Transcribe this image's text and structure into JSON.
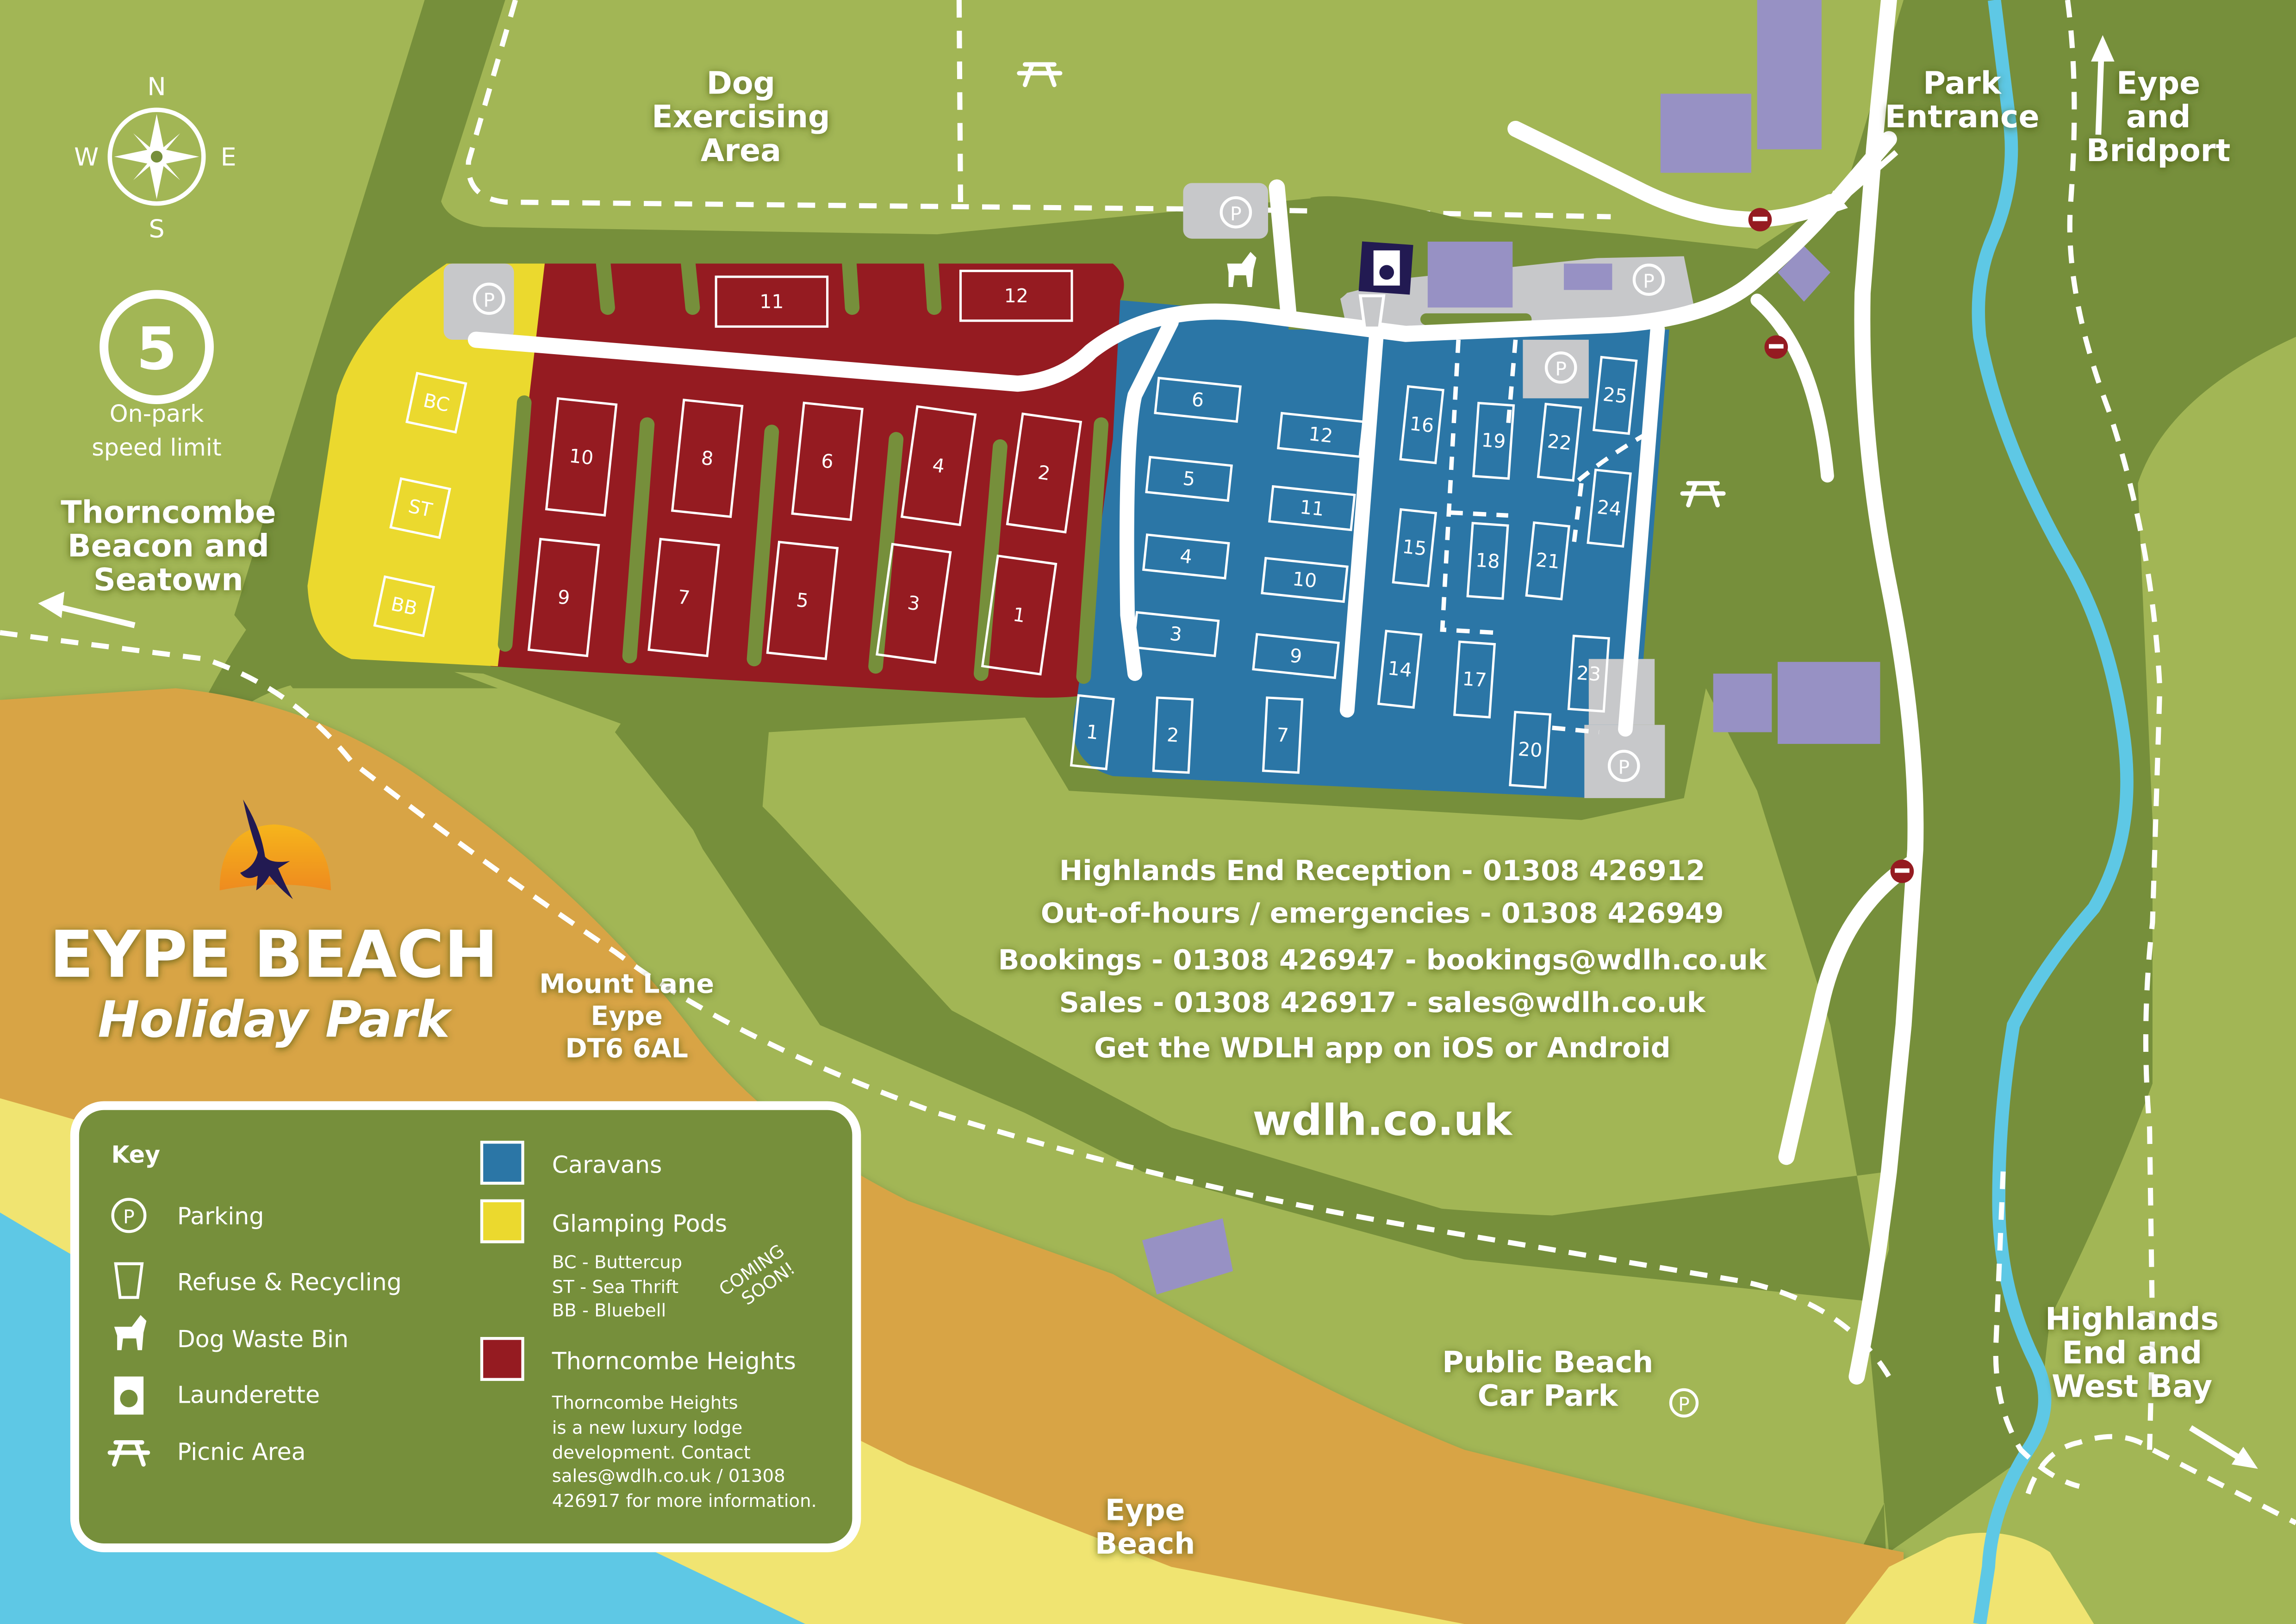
{
  "colors": {
    "grass_light": "#a2b655",
    "grass_dark": "#768f3b",
    "caravans": "#2b76a6",
    "glamping_pods": "#ebd92e",
    "thorncombe_heights": "#951b21",
    "buildings": "#9791c4",
    "parking_area": "#c7c8ca",
    "cliff_sand": "#d8a444",
    "beach": "#f0e471",
    "sea": "#5ec8e5",
    "river": "#5ec8e5",
    "no_entry": "#951b21",
    "launderette": "#221a52"
  },
  "compass": {
    "n": "N",
    "e": "E",
    "s": "S",
    "w": "W"
  },
  "speed_limit": {
    "value": "5",
    "line1": "On-park",
    "line2": "speed limit"
  },
  "labels": {
    "dog_exercising": [
      "Dog",
      "Exercising",
      "Area"
    ],
    "park_entrance": [
      "Park",
      "Entrance"
    ],
    "eype_bridport": [
      "Eype",
      "and",
      "Bridport"
    ],
    "thorncombe_beacon": [
      "Thorncombe",
      "Beacon and",
      "Seatown"
    ],
    "highlands_west_bay": [
      "Highlands",
      "End and",
      "West Bay"
    ],
    "public_beach_car_park": [
      "Public Beach",
      "Car Park"
    ],
    "eype_beach": [
      "Eype",
      "Beach"
    ],
    "address": [
      "Mount Lane",
      "Eype",
      "DT6 6AL"
    ]
  },
  "logo": {
    "title": "EYPE BEACH",
    "subtitle": "Holiday Park"
  },
  "contact": {
    "reception": "Highlands End Reception - 01308 426912",
    "emergencies": "Out-of-hours / emergencies - 01308 426949",
    "bookings": "Bookings - 01308 426947 - bookings@wdlh.co.uk",
    "sales": "Sales - 01308 426917 - sales@wdlh.co.uk",
    "app": "Get the WDLH app on iOS or Android",
    "website": "wdlh.co.uk"
  },
  "glamping_pods": [
    {
      "code": "BC",
      "name": "Buttercup"
    },
    {
      "code": "ST",
      "name": "Sea Thrift"
    },
    {
      "code": "BB",
      "name": "Bluebell"
    }
  ],
  "thorncombe_plots": [
    "1",
    "2",
    "3",
    "4",
    "5",
    "6",
    "7",
    "8",
    "9",
    "10",
    "11",
    "12"
  ],
  "caravan_plots": [
    "1",
    "2",
    "3",
    "4",
    "5",
    "6",
    "7",
    "9",
    "10",
    "11",
    "12",
    "14",
    "15",
    "16",
    "17",
    "18",
    "19",
    "20",
    "21",
    "22",
    "23",
    "24",
    "25"
  ],
  "parking_symbol": "P",
  "key": {
    "title": "Key",
    "symbols": [
      {
        "icon": "parking-icon",
        "label": "Parking"
      },
      {
        "icon": "recycling-bin-icon",
        "label": "Refuse & Recycling"
      },
      {
        "icon": "dog-icon",
        "label": "Dog Waste Bin"
      },
      {
        "icon": "washing-machine-icon",
        "label": "Launderette"
      },
      {
        "icon": "picnic-table-icon",
        "label": "Picnic Area"
      }
    ],
    "areas": [
      {
        "label": "Caravans",
        "color": "#2b76a6"
      },
      {
        "label": "Glamping Pods",
        "color": "#ebd92e"
      },
      {
        "label": "Thorncombe Heights",
        "color": "#951b21"
      }
    ],
    "pod_list": [
      "BC - Buttercup",
      "ST - Sea Thrift",
      "BB - Bluebell"
    ],
    "coming_soon": [
      "COMING",
      "SOON!"
    ],
    "thorncombe_note": [
      "Thorncombe Heights",
      "is a new luxury lodge",
      "development. Contact",
      "sales@wdlh.co.uk / 01308",
      "426917 for more information."
    ]
  }
}
